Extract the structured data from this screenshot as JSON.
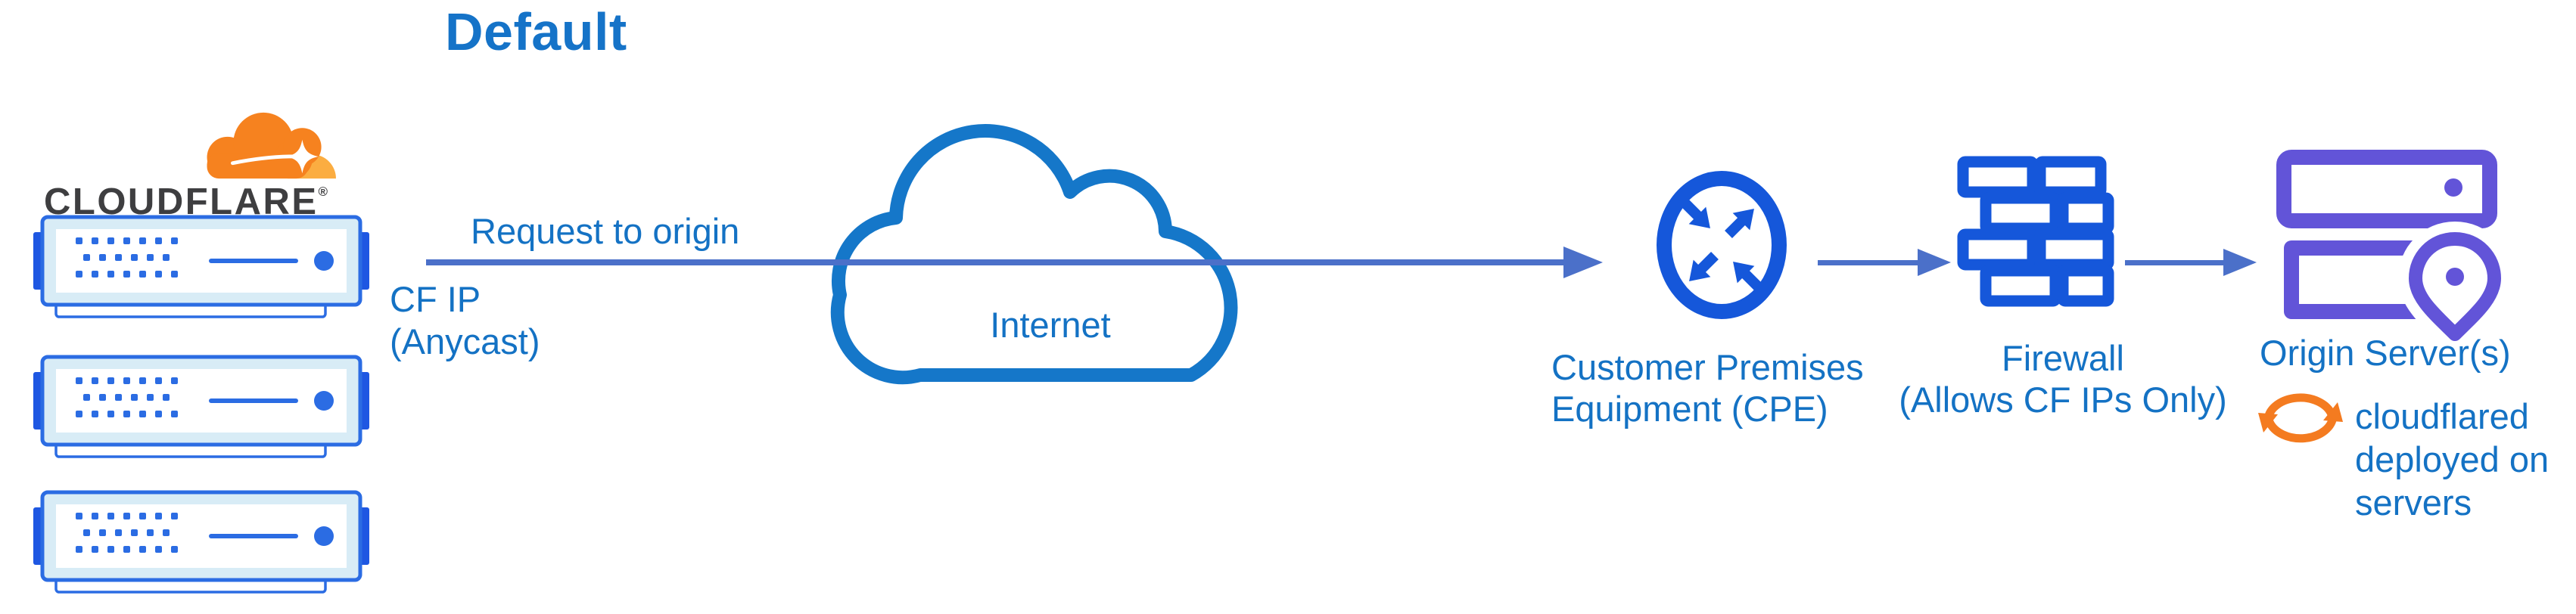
{
  "title": "Default",
  "cloudflare": {
    "wordmark": "CLOUDFLARE",
    "registered_mark": "®",
    "server_count": 3
  },
  "flow": {
    "request_label": "Request to origin",
    "cf_ip_line1": "CF IP",
    "cf_ip_line2": "(Anycast)",
    "internet_label": "Internet"
  },
  "nodes": {
    "cpe": {
      "label_line1": "Customer Premises",
      "label_line2": "Equipment (CPE)"
    },
    "firewall": {
      "label_line1": "Firewall",
      "label_line2": "(Allows CF IPs Only)"
    },
    "origin": {
      "label": "Origin Server(s)",
      "note_line1": "cloudflared",
      "note_line2": "deployed on",
      "note_line3": "servers"
    }
  },
  "colors": {
    "heading_blue": "#1573c8",
    "label_blue": "#1472c4",
    "icon_blue": "#1557da",
    "server_border": "#2b6ce3",
    "server_frame": "#d8ecf6",
    "server_tab": "#1e57e2",
    "connector_blue": "#4b70c9",
    "cloud_stroke": "#1577c9",
    "origin_purple": "#6254d8",
    "cf_orange": "#f6821f",
    "cf_orange_light": "#fbad41",
    "wordmark_gray": "#3e3e40",
    "sync_orange": "#f47b20"
  }
}
